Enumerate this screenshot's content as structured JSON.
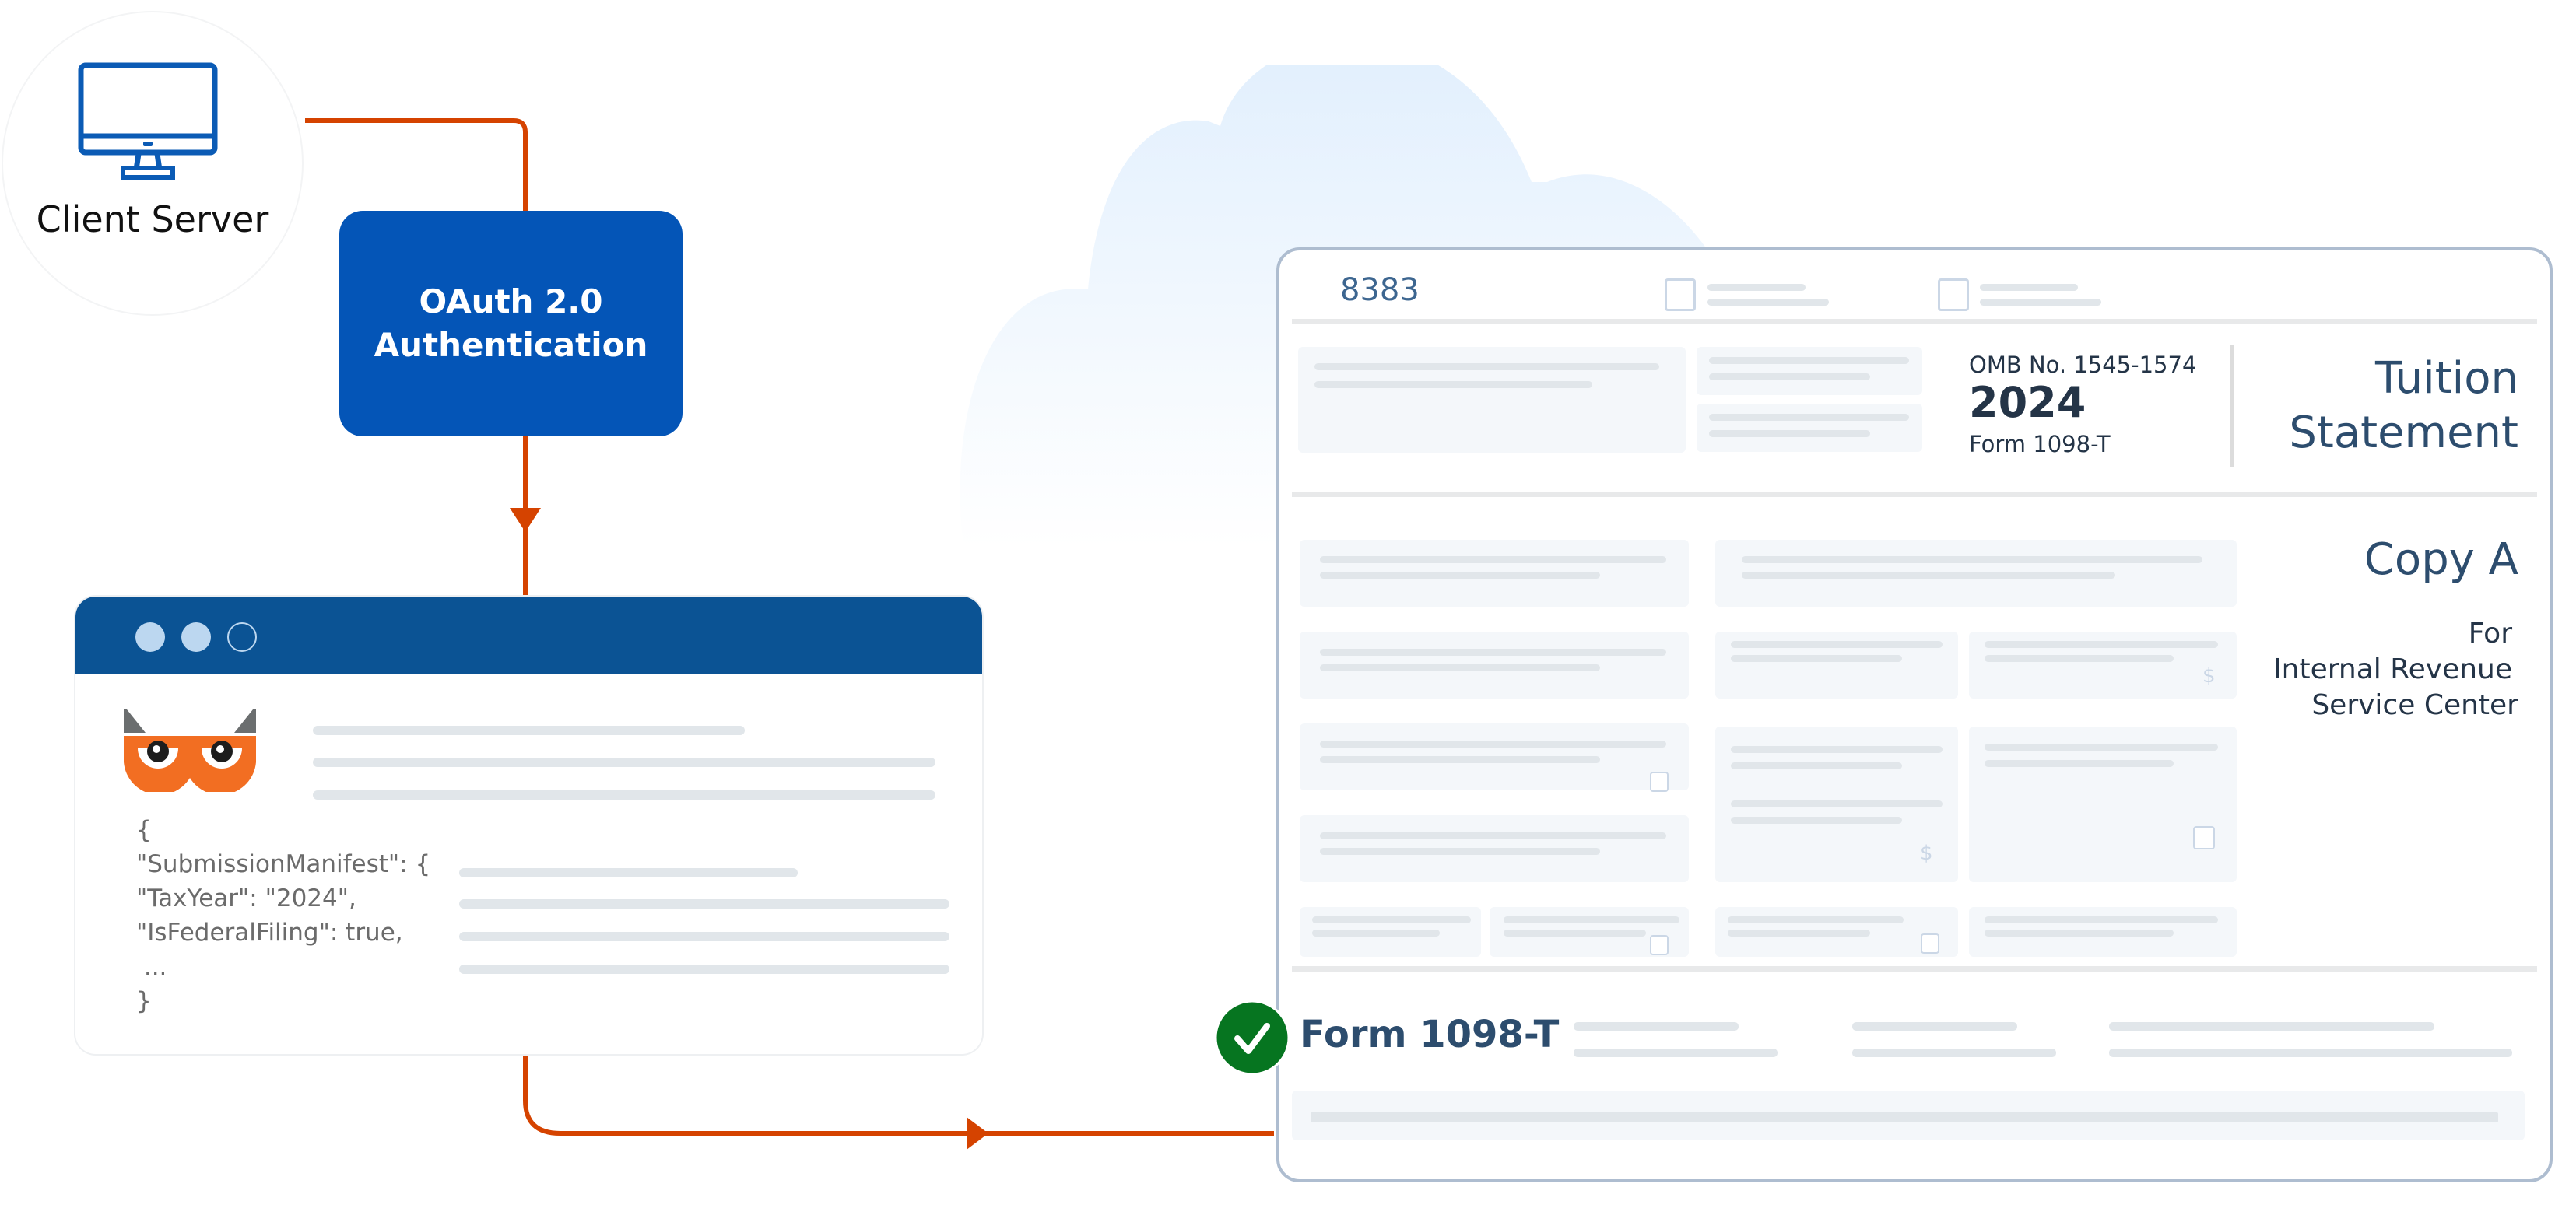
{
  "client": {
    "label": "Client Server",
    "icon": "monitor-icon"
  },
  "auth": {
    "line1": "OAuth 2.0",
    "line2": "Authentication"
  },
  "browser": {
    "window_dots": [
      "filled",
      "filled",
      "outline"
    ],
    "logo": "owl-logo-icon",
    "code_lines": [
      "{",
      "\"SubmissionManifest\": {",
      "\"TaxYear\": \"2024\",",
      "\"IsFederalFiling\": true,",
      " ...",
      "}"
    ]
  },
  "form": {
    "code": "8383",
    "omb": "OMB No. 1545-1574",
    "year": "2024",
    "form_name": "Form 1098-T",
    "title_line1": "Tuition",
    "title_line2": "Statement",
    "copy": "Copy A",
    "for_line1": "For",
    "for_line2": "Internal Revenue",
    "for_line3": "Service Center",
    "dollar_sign": "$"
  },
  "status": {
    "label": "Form 1098-T",
    "icon": "check-circle-icon",
    "color": "#067520"
  },
  "colors": {
    "arrow": "#D54300",
    "auth_box": "#0455B7",
    "browser_header": "#0B5394",
    "form_border": "#AEBDD0"
  }
}
